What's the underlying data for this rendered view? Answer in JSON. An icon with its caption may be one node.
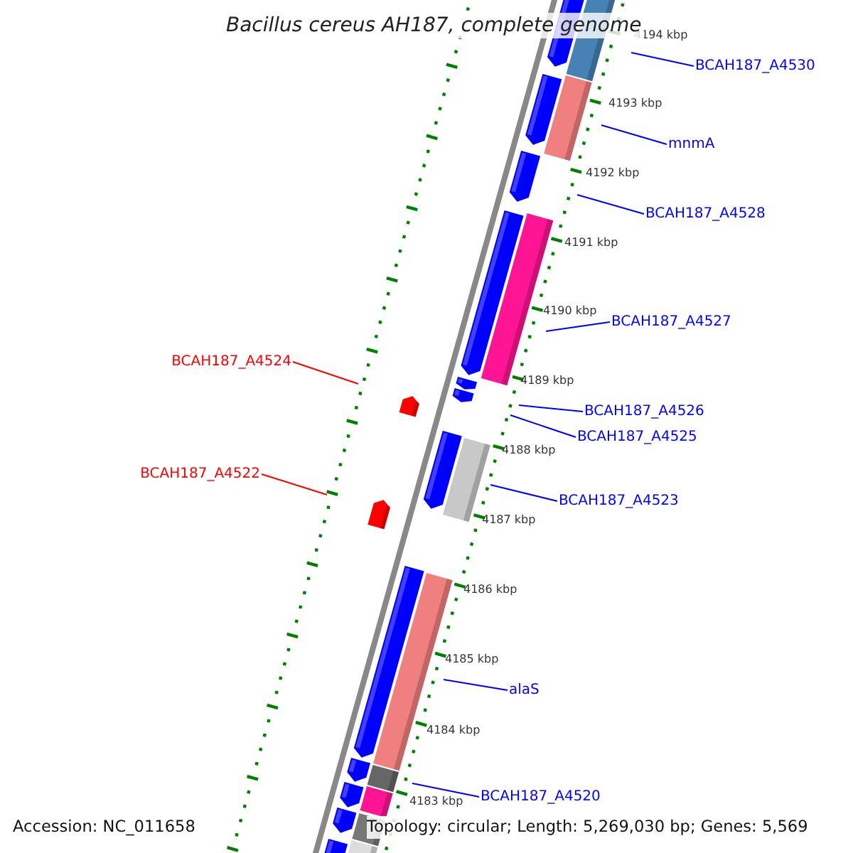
{
  "diagram": {
    "title": "Bacillus cereus AH187, complete genome",
    "nodes": [
      {
        "text": [
          "BCAH187_A4530"
        ]
      },
      {
        "text": [
          "mnmA"
        ]
      },
      {
        "text": [
          "BCAH187_A4528"
        ]
      },
      {
        "text": [
          "BCAH187_A4527"
        ]
      },
      {
        "text": [
          "BCAH187_A4524"
        ]
      },
      {
        "text": [
          "BCAH187_A4526"
        ]
      },
      {
        "text": [
          "BCAH187_A4525"
        ]
      },
      {
        "text": [
          "BCAH187_A4522"
        ]
      },
      {
        "text": [
          "BCAH187_A4523"
        ]
      },
      {
        "text": [
          "alaS"
        ]
      },
      {
        "text": [
          "BCAH187_A4520"
        ]
      }
    ],
    "edges": [
      {
        "from": 0,
        "to": null,
        "arrow": "none"
      },
      {
        "from": 1,
        "to": null,
        "arrow": "none"
      },
      {
        "from": 2,
        "to": null,
        "arrow": "none"
      },
      {
        "from": 3,
        "to": null,
        "arrow": "none"
      },
      {
        "from": 4,
        "to": null,
        "arrow": "none",
        "color": "#ff0000"
      },
      {
        "from": 5,
        "to": null,
        "arrow": "none"
      },
      {
        "from": 6,
        "to": null,
        "arrow": "none"
      },
      {
        "from": 7,
        "to": null,
        "arrow": "none",
        "color": "#ff0000"
      },
      {
        "from": 8,
        "to": null,
        "arrow": "none"
      },
      {
        "from": 9,
        "to": null,
        "arrow": "none"
      },
      {
        "from": 10,
        "to": null,
        "arrow": "none"
      }
    ],
    "labels": [
      "4194 kbp",
      "4193 kbp",
      "4192 kbp",
      "4191 kbp",
      "4190 kbp",
      "4189 kbp",
      "4188 kbp",
      "4187 kbp",
      "4186 kbp",
      "4185 kbp",
      "4184 kbp",
      "4183 kbp",
      "Accession: NC_011658",
      "Topology: circular; Length: 5,269,030 bp; Genes: 5,569"
    ]
  }
}
